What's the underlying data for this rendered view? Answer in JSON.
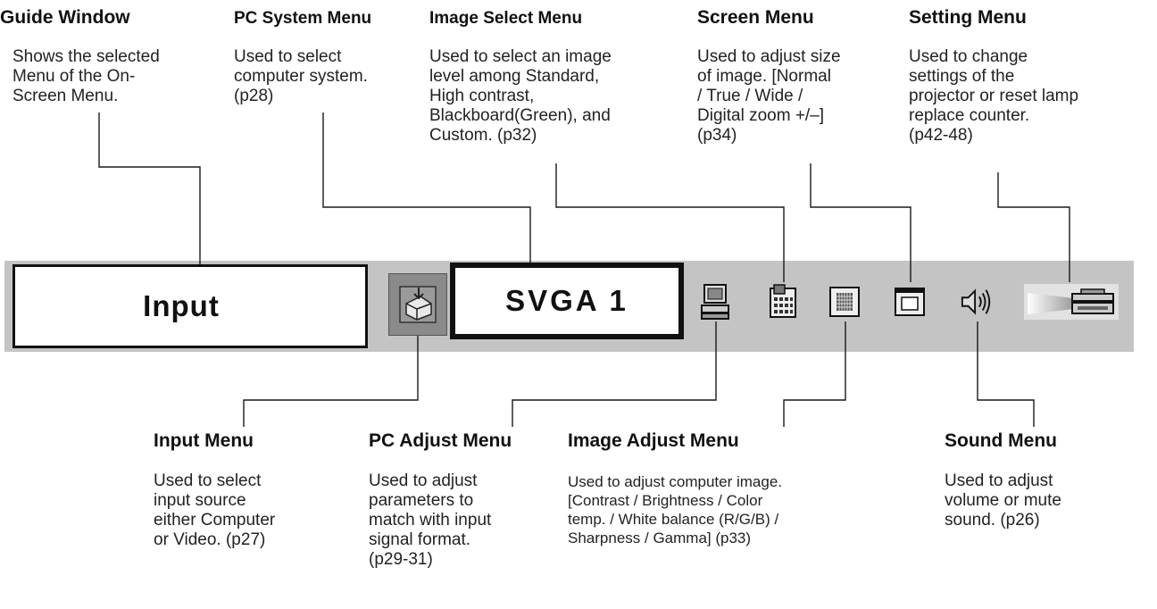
{
  "callouts": {
    "guide_window": {
      "title": "Guide Window",
      "desc": "Shows the selected\nMenu of the On-\nScreen Menu."
    },
    "pc_system": {
      "title": "PC System Menu",
      "desc": "Used to select\ncomputer system.\n(p28)"
    },
    "image_select": {
      "title": "Image Select Menu",
      "desc": "Used to select  an image\nlevel among Standard,\nHigh contrast,\nBlackboard(Green), and\nCustom.  (p32)"
    },
    "screen": {
      "title": "Screen Menu",
      "desc": "Used to adjust size\nof image.  [Normal\n/ True / Wide /\nDigital zoom +/–]\n(p34)"
    },
    "setting": {
      "title": "Setting Menu",
      "desc": "Used to change\nsettings of the\nprojector or reset  lamp\nreplace counter.\n(p42-48)"
    },
    "input": {
      "title": "Input Menu",
      "desc": "Used to select\ninput source\neither Computer\nor Video.  (p27)"
    },
    "pc_adjust": {
      "title": "PC Adjust Menu",
      "desc": "Used to adjust\nparameters to\nmatch with input\nsignal format.\n(p29-31)"
    },
    "image_adjust": {
      "title": "Image Adjust Menu",
      "desc": "Used to adjust computer image.\n[Contrast / Brightness / Color\ntemp. /  White balance (R/G/B) /\nSharpness /  Gamma]  (p33)"
    },
    "sound": {
      "title": "Sound Menu",
      "desc": "Used to adjust\nvolume or mute\nsound.  (p26)"
    }
  },
  "menubar": {
    "guide_window_text": "Input",
    "pc_system_text": "SVGA 1",
    "icons": [
      "input-icon",
      "pc-adjust-icon",
      "image-select-icon",
      "image-adjust-icon",
      "screen-icon",
      "sound-icon",
      "setting-icon"
    ],
    "bar_color": "#c4c4c4"
  }
}
